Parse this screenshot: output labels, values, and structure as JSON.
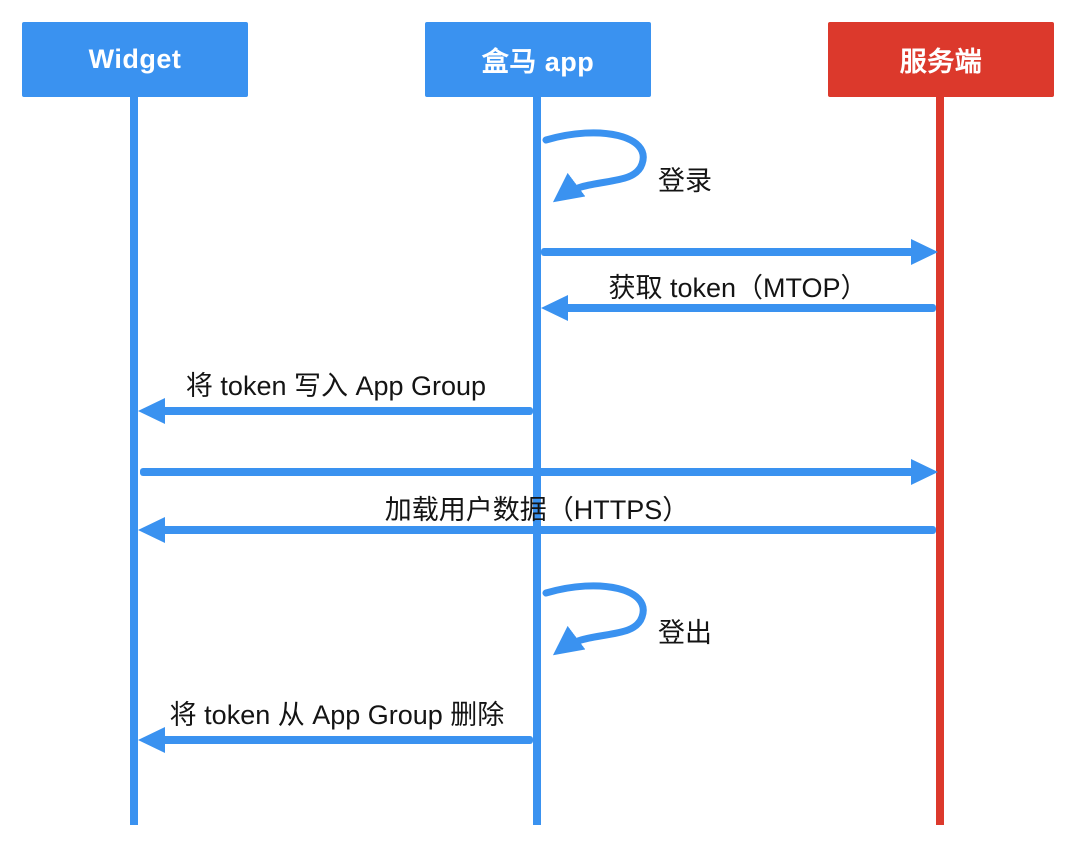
{
  "diagram": {
    "type": "sequence-diagram",
    "colors": {
      "actor_blue": "#3a92f0",
      "actor_red": "#dc392c",
      "arrow_blue": "#3a92f0",
      "label_text": "#141414",
      "actor_text": "#ffffff"
    },
    "actors": [
      {
        "id": "widget",
        "label": "Widget"
      },
      {
        "id": "hema-app",
        "label": "盒马 app"
      },
      {
        "id": "server",
        "label": "服务端"
      }
    ],
    "messages": [
      {
        "id": "login",
        "kind": "self-loop",
        "actor": "hema-app",
        "label": "登录"
      },
      {
        "id": "get-token",
        "kind": "request-response",
        "from": "hema-app",
        "to": "server",
        "label": "获取 token（MTOP）"
      },
      {
        "id": "write-token",
        "kind": "send",
        "from": "hema-app",
        "to": "widget",
        "label": "将 token 写入 App Group"
      },
      {
        "id": "load-data",
        "kind": "request-response",
        "from": "widget",
        "to": "server",
        "label": "加载用户数据（HTTPS）"
      },
      {
        "id": "logout",
        "kind": "self-loop",
        "actor": "hema-app",
        "label": "登出"
      },
      {
        "id": "delete-token",
        "kind": "send",
        "from": "hema-app",
        "to": "widget",
        "label": "将 token 从 App Group 删除"
      }
    ]
  }
}
